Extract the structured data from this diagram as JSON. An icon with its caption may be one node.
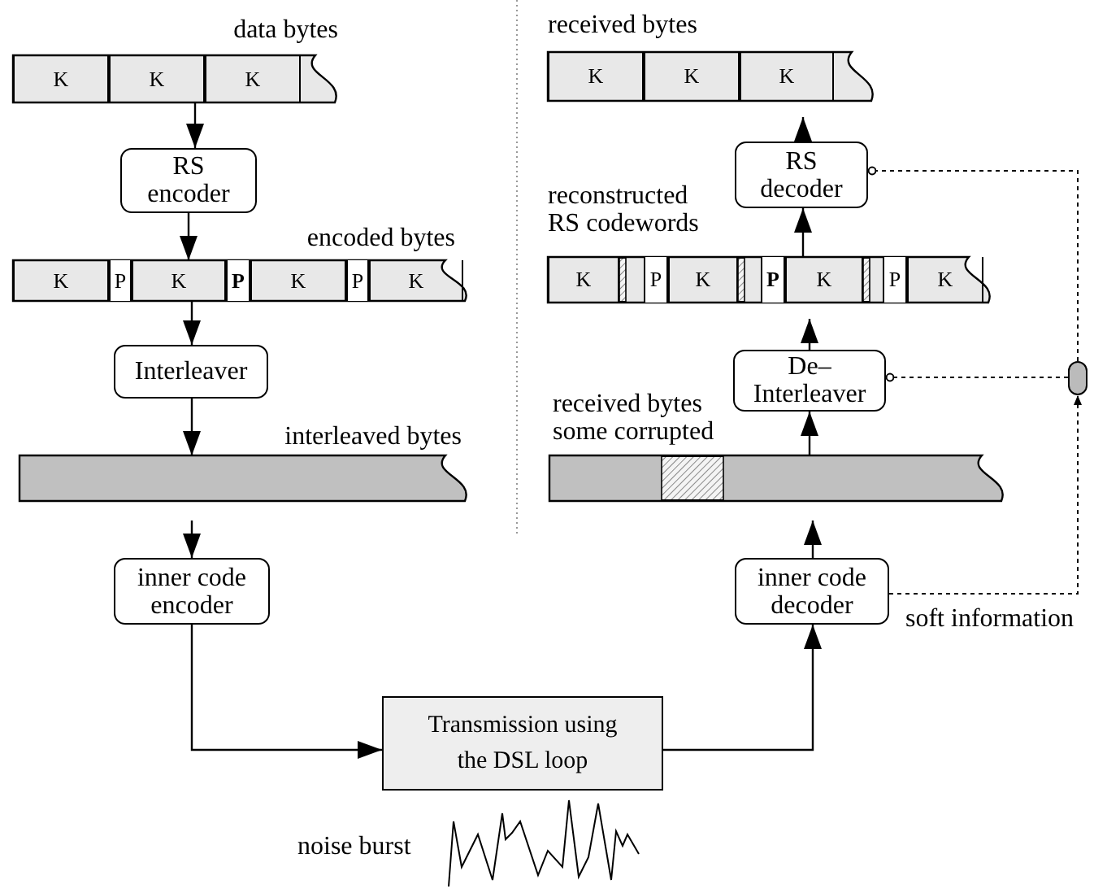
{
  "diagram": {
    "nodes": [
      {
        "text": [
          "data bytes"
        ]
      },
      {
        "text": [
          "K"
        ],
        "in": 0
      },
      {
        "text": [
          "K"
        ],
        "in": 0
      },
      {
        "text": [
          "K"
        ],
        "in": 0
      },
      {
        "text": [
          "RS encoder"
        ]
      },
      {
        "text": [
          "encoded bytes"
        ]
      },
      {
        "text": [
          "K"
        ],
        "in": 5
      },
      {
        "text": [
          "P"
        ],
        "in": 5
      },
      {
        "text": [
          "K"
        ],
        "in": 5
      },
      {
        "text": [
          "P"
        ],
        "in": 5
      },
      {
        "text": [
          "K"
        ],
        "in": 5
      },
      {
        "text": [
          "P"
        ],
        "in": 5
      },
      {
        "text": [
          "K"
        ],
        "in": 5
      },
      {
        "text": [
          "Interleaver"
        ]
      },
      {
        "text": [
          "interleaved bytes"
        ]
      },
      {
        "text": [
          "inner code encoder"
        ]
      },
      {
        "text": [
          "Transmission using the DSL loop"
        ]
      },
      {
        "text": [
          "inner code decoder"
        ]
      },
      {
        "text": [
          "received bytes some corrupted"
        ]
      },
      {
        "text": [
          "De– Interleaver"
        ]
      },
      {
        "text": [
          "reconstructed RS codewords"
        ]
      },
      {
        "text": [
          "K"
        ],
        "in": 20
      },
      {
        "text": [
          "P"
        ],
        "in": 20
      },
      {
        "text": [
          "K"
        ],
        "in": 20
      },
      {
        "text": [
          "P"
        ],
        "in": 20
      },
      {
        "text": [
          "K"
        ],
        "in": 20
      },
      {
        "text": [
          "P"
        ],
        "in": 20
      },
      {
        "text": [
          "K"
        ],
        "in": 20
      },
      {
        "text": [
          "RS decoder"
        ]
      },
      {
        "text": [
          "received bytes"
        ]
      },
      {
        "text": [
          "K"
        ],
        "in": 29
      },
      {
        "text": [
          "K"
        ],
        "in": 29
      },
      {
        "text": [
          "K"
        ],
        "in": 29
      },
      {
        "text": [],
        "shape": "box"
      }
    ],
    "edges": [
      {
        "from": 0,
        "to": 4,
        "arrow": "to"
      },
      {
        "from": 4,
        "to": 5,
        "arrow": "to"
      },
      {
        "from": 5,
        "to": 13,
        "arrow": "to"
      },
      {
        "from": 13,
        "to": 14,
        "arrow": "to"
      },
      {
        "from": 14,
        "to": 15,
        "arrow": "to"
      },
      {
        "from": 15,
        "to": 16,
        "arrow": "to"
      },
      {
        "from": 16,
        "to": 17,
        "arrow": "to"
      },
      {
        "from": 17,
        "to": 18,
        "arrow": "to"
      },
      {
        "from": 18,
        "to": 19,
        "arrow": "to"
      },
      {
        "from": 19,
        "to": 20,
        "arrow": "to"
      },
      {
        "from": 20,
        "to": 28,
        "arrow": "to"
      },
      {
        "from": 28,
        "to": 29,
        "arrow": "to"
      },
      {
        "from": 17,
        "to": 33,
        "arrow": "to",
        "style": "dashed",
        "label": "soft information"
      },
      {
        "from": 33,
        "to": 19,
        "arrow": "other",
        "style": "dashed"
      },
      {
        "from": 33,
        "to": 28,
        "arrow": "other",
        "style": "dashed"
      }
    ],
    "labels": [
      "noise burst"
    ]
  }
}
